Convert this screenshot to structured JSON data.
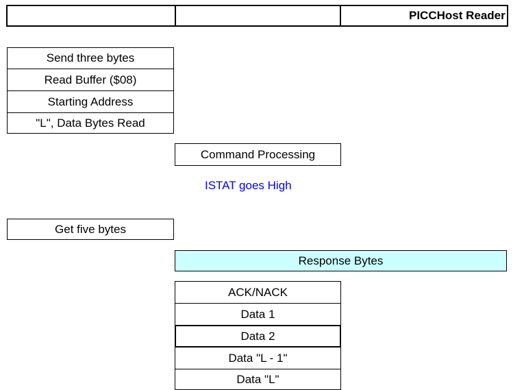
{
  "header": {
    "title": "PICCHost Reader"
  },
  "send_group": {
    "rows": [
      "Send three bytes",
      "Read Buffer ($08)",
      "Starting Address",
      "\"L\", Data Bytes Read"
    ]
  },
  "command_processing": "Command Processing",
  "istat_note": "ISTAT goes High",
  "get_five_bytes": "Get five bytes",
  "response_bytes": "Response Bytes",
  "response_group": {
    "rows": [
      "ACK/NACK",
      "Data 1",
      "Data 2",
      "Data \"L - 1\"",
      "Data \"L\""
    ]
  },
  "colors": {
    "response_fill": "#ccffff",
    "note_color": "#0000ff",
    "border": "#000000"
  }
}
